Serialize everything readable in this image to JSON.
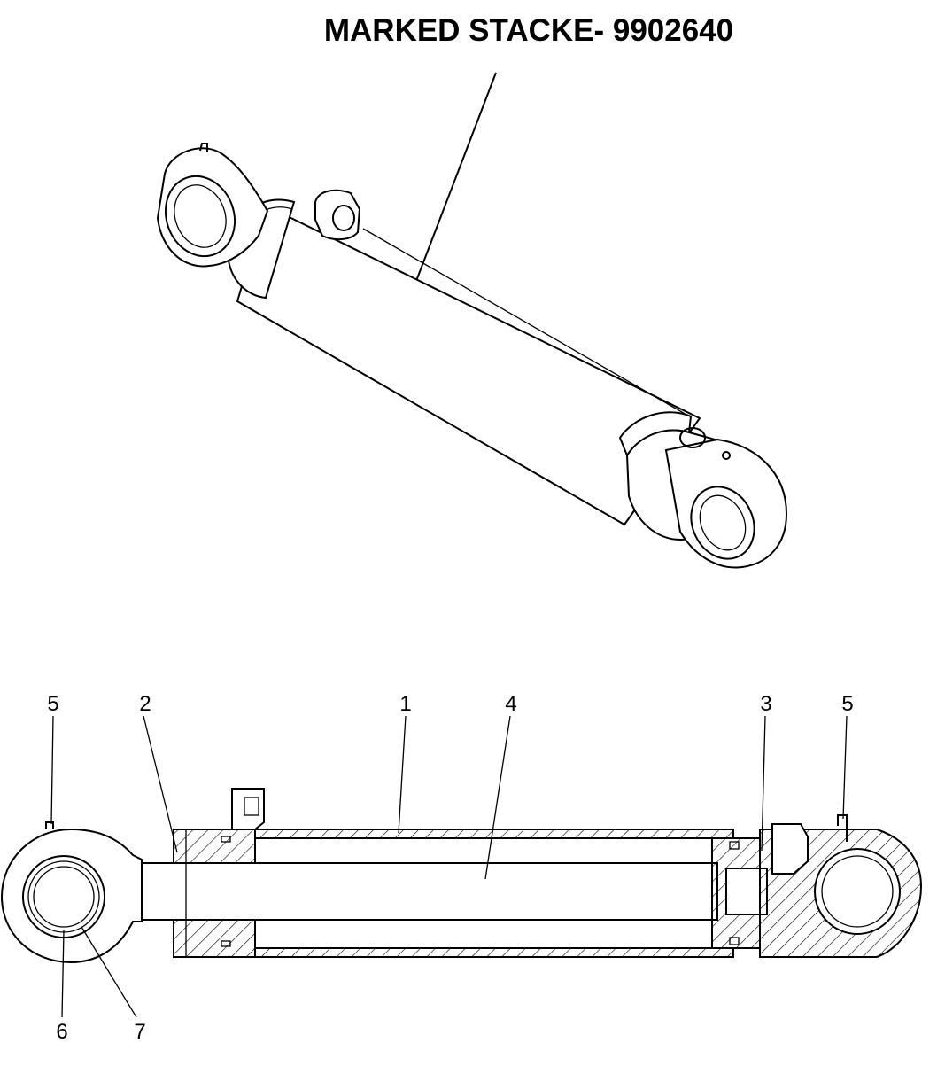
{
  "title": "MARKED STACKE- 9902640",
  "callouts": [
    {
      "id": "c5a",
      "label": "5"
    },
    {
      "id": "c2",
      "label": "2"
    },
    {
      "id": "c1",
      "label": "1"
    },
    {
      "id": "c4",
      "label": "4"
    },
    {
      "id": "c3",
      "label": "3"
    },
    {
      "id": "c5b",
      "label": "5"
    },
    {
      "id": "c6",
      "label": "6"
    },
    {
      "id": "c7",
      "label": "7"
    }
  ]
}
